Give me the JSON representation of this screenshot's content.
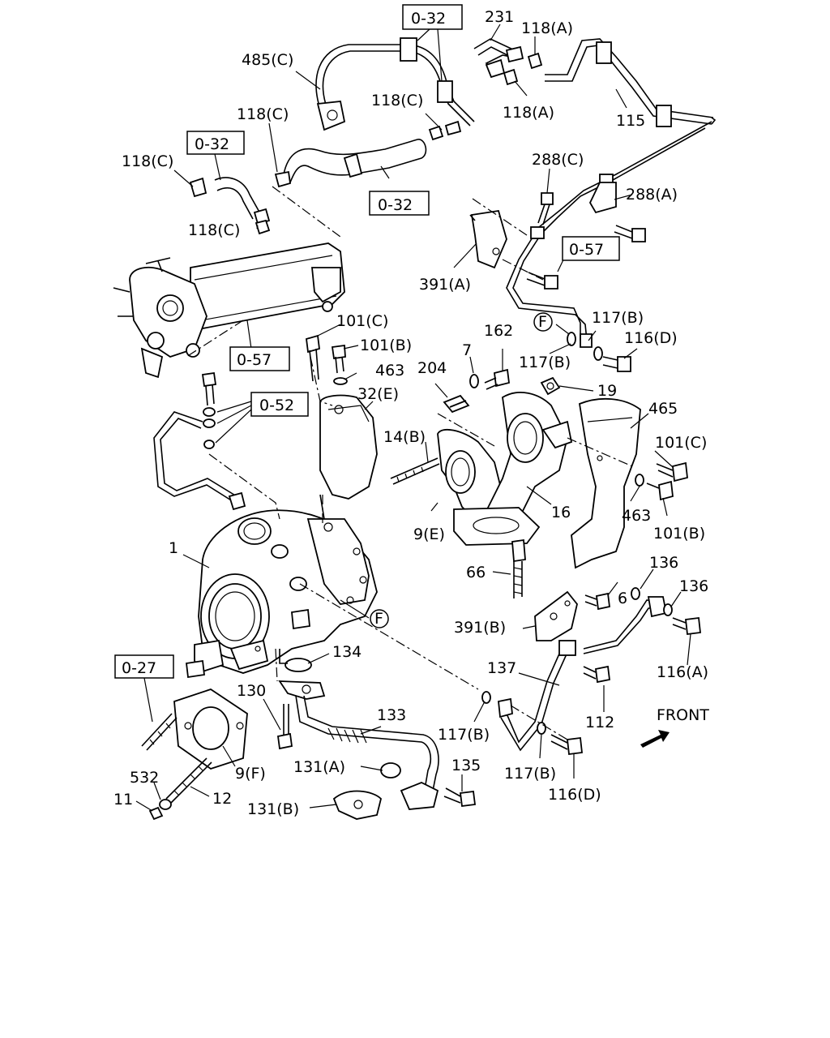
{
  "callouts": {
    "c_0_32_top": "0-32",
    "c_231": "231",
    "c_118a_top": "118(A)",
    "c_485c": "485(C)",
    "c_118c_a": "118(C)",
    "c_118a_mid": "118(A)",
    "c_115": "115",
    "c_118c_b": "118(C)",
    "c_0_32_left": "0-32",
    "c_118c_c": "118(C)",
    "c_288c": "288(C)",
    "c_288a": "288(A)",
    "c_0_32_mid": "0-32",
    "c_118c_d": "118(C)",
    "c_0_57_right": "0-57",
    "c_391a": "391(A)",
    "c_101c_a": "101(C)",
    "c_101b_a": "101(B)",
    "c_117b_a": "117(B)",
    "c_f_a": "F",
    "c_116d_a": "116(D)",
    "c_117b_b": "117(B)",
    "c_162": "162",
    "c_0_57_left": "0-57",
    "c_463_a": "463",
    "c_7": "7",
    "c_204": "204",
    "c_19": "19",
    "c_0_52": "0-52",
    "c_32e": "32(E)",
    "c_465": "465",
    "c_101c_b": "101(C)",
    "c_14b": "14(B)",
    "c_16": "16",
    "c_463_b": "463",
    "c_9e": "9(E)",
    "c_101b_b": "101(B)",
    "c_1": "1",
    "c_136_a": "136",
    "c_66": "66",
    "c_6": "6",
    "c_136_b": "136",
    "c_391b": "391(B)",
    "c_f_b": "F",
    "c_116a": "116(A)",
    "c_134": "134",
    "c_0_27": "0-27",
    "c_137": "137",
    "c_130": "130",
    "c_133": "133",
    "c_112": "112",
    "c_front": "FRONT",
    "c_117b_c": "117(B)",
    "c_131a": "131(A)",
    "c_135": "135",
    "c_117b_d": "117(B)",
    "c_9f": "9(F)",
    "c_532": "532",
    "c_116d_b": "116(D)",
    "c_11": "11",
    "c_12": "12",
    "c_131b": "131(B)"
  },
  "colors": {
    "ink": "#000000",
    "paper": "#ffffff"
  }
}
